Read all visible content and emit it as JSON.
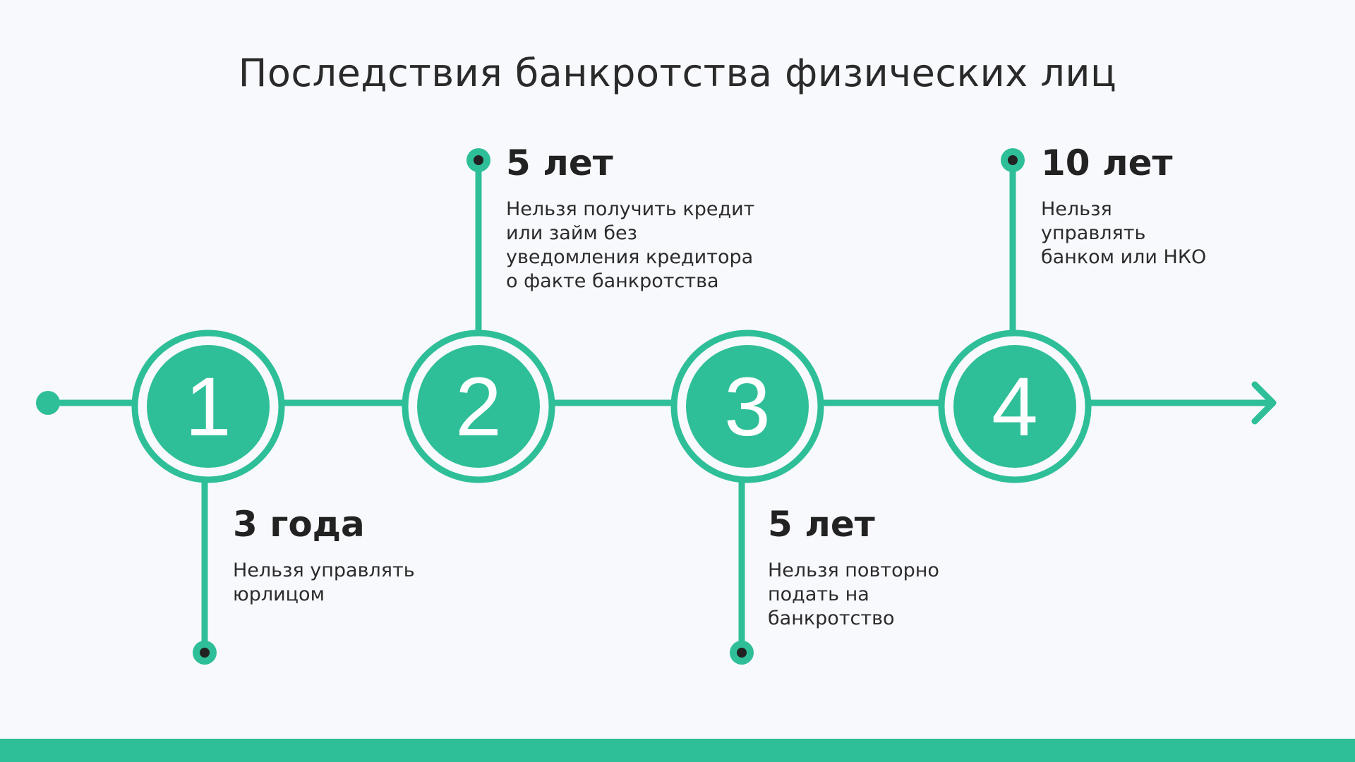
{
  "title": "Последствия банкротства физических лиц",
  "colors": {
    "accent": "#2fbf98",
    "dot": "#222222",
    "background": "#f8f9fd"
  },
  "steps": [
    {
      "number": "1",
      "heading": "3 года",
      "lines": [
        "Нельзя управлять",
        "юрлицом"
      ]
    },
    {
      "number": "2",
      "heading": "5 лет",
      "lines": [
        "Нельзя получить кредит",
        "или займ без",
        "уведомления кредитора",
        "о факте банкротства"
      ]
    },
    {
      "number": "3",
      "heading": "5 лет",
      "lines": [
        "Нельзя повторно",
        "подать на",
        "банкротство"
      ]
    },
    {
      "number": "4",
      "heading": "10 лет",
      "lines": [
        "Нельзя",
        "управлять",
        "банком или НКО"
      ]
    }
  ]
}
